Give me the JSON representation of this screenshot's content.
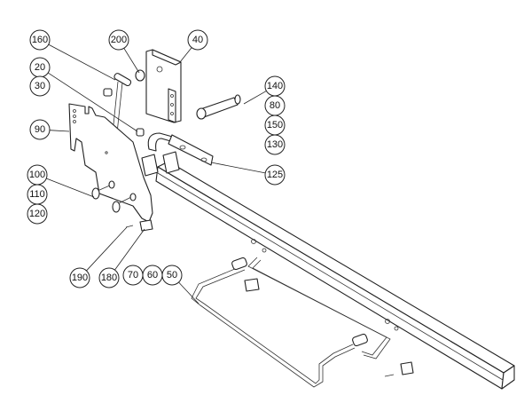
{
  "diagram": {
    "type": "exploded-parts-assembly",
    "balloons": [
      {
        "id": "b160",
        "label": "160"
      },
      {
        "id": "b200",
        "label": "200"
      },
      {
        "id": "b40",
        "label": "40"
      },
      {
        "id": "b20",
        "label": "20"
      },
      {
        "id": "b30",
        "label": "30"
      },
      {
        "id": "b90",
        "label": "90"
      },
      {
        "id": "b140",
        "label": "140"
      },
      {
        "id": "b80",
        "label": "80"
      },
      {
        "id": "b150",
        "label": "150"
      },
      {
        "id": "b130",
        "label": "130"
      },
      {
        "id": "b125",
        "label": "125"
      },
      {
        "id": "b100",
        "label": "100"
      },
      {
        "id": "b110",
        "label": "110"
      },
      {
        "id": "b120",
        "label": "120"
      },
      {
        "id": "b190",
        "label": "190"
      },
      {
        "id": "b180",
        "label": "180"
      },
      {
        "id": "b70",
        "label": "70"
      },
      {
        "id": "b60",
        "label": "60"
      },
      {
        "id": "b50",
        "label": "50"
      }
    ]
  }
}
